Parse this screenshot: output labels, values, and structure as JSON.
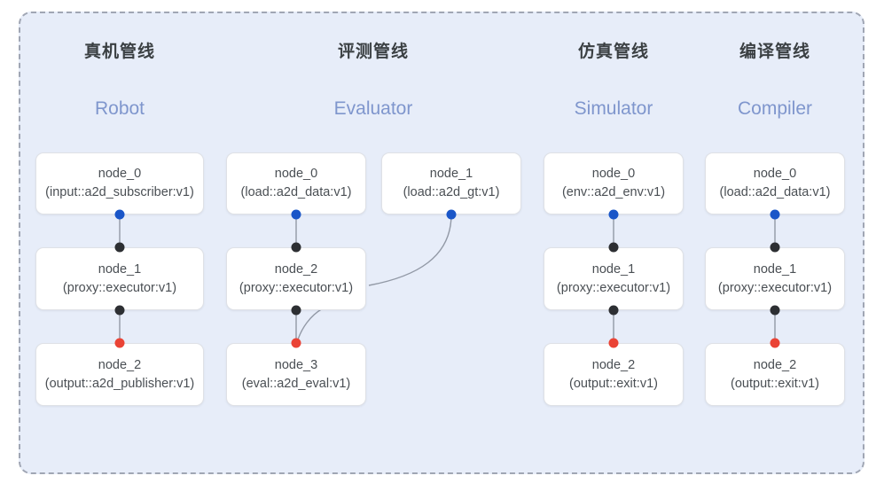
{
  "diagram": {
    "title_hidden": "",
    "panel": {
      "background_color": "#e7edf9",
      "border_color": "#a0a6b4",
      "border_style": "dashed"
    },
    "colors": {
      "port_output_blue": "#1a56c8",
      "port_proxy_black": "#2d2f33",
      "port_input_red": "#ea4335",
      "edge": "#9299a6",
      "node_border": "#dfe1e6",
      "node_background": "#ffffff",
      "title_cn": "#3b4043",
      "title_en": "#7f96cd"
    },
    "columns": [
      {
        "id": "robot",
        "title_cn": "真机管线",
        "title_en": "Robot",
        "nodes": [
          {
            "name": "node_0",
            "type": "(input::a2d_subscriber:v1)"
          },
          {
            "name": "node_1",
            "type": "(proxy::executor:v1)"
          },
          {
            "name": "node_2",
            "type": "(output::a2d_publisher:v1)"
          }
        ]
      },
      {
        "id": "evaluator",
        "title_cn": "评测管线",
        "title_en": "Evaluator",
        "nodes": [
          {
            "name": "node_0",
            "type": "(load::a2d_data:v1)"
          },
          {
            "name": "node_1",
            "type": "(load::a2d_gt:v1)"
          },
          {
            "name": "node_2",
            "type": "(proxy::executor:v1)"
          },
          {
            "name": "node_3",
            "type": "(eval::a2d_eval:v1)"
          }
        ]
      },
      {
        "id": "simulator",
        "title_cn": "仿真管线",
        "title_en": "Simulator",
        "nodes": [
          {
            "name": "node_0",
            "type": "(env::a2d_env:v1)"
          },
          {
            "name": "node_1",
            "type": "(proxy::executor:v1)"
          },
          {
            "name": "node_2",
            "type": "(output::exit:v1)"
          }
        ]
      },
      {
        "id": "compiler",
        "title_cn": "编译管线",
        "title_en": "Compiler",
        "nodes": [
          {
            "name": "node_0",
            "type": "(load::a2d_data:v1)"
          },
          {
            "name": "node_1",
            "type": "(proxy::executor:v1)"
          },
          {
            "name": "node_2",
            "type": "(output::exit:v1)"
          }
        ]
      }
    ]
  }
}
